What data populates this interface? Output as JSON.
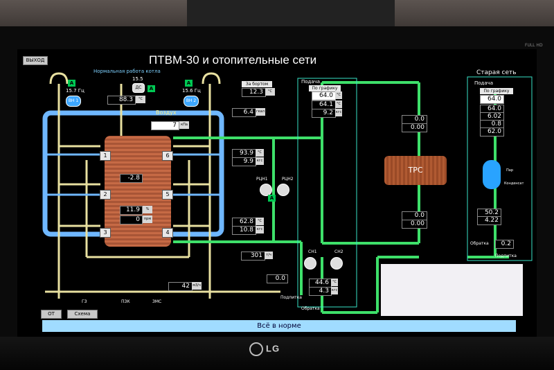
{
  "header": {
    "title": "ПТВМ-30 и отопительные  сети",
    "exit_button": "ВЫХОД",
    "subtitle": "Нормальная работа котла"
  },
  "boiler": {
    "fan1": {
      "name": "ВН 1",
      "freq": "15.7 Гц"
    },
    "fan2": {
      "name": "ВН 2",
      "freq": "15.6 Гц"
    },
    "ds_value": "15.5",
    "ds_label": "ДС",
    "value_88": "88.3",
    "unit_c": "°С",
    "air_label": "Воздух",
    "air_value": "7",
    "air_unit": "кПа",
    "inner_value": "-2.8",
    "o2_value": "11.9",
    "o2_unit": "%",
    "zero_value": "0",
    "zero_unit": "прм",
    "burners": [
      "1",
      "2",
      "3",
      "4",
      "5",
      "6"
    ],
    "left_value": "6.4",
    "left_unit": "гкал"
  },
  "outside": {
    "label": "За бортом",
    "value": "12.3",
    "unit": "°С"
  },
  "circuit": {
    "v1": "93.9",
    "v1u": "°С",
    "v2": "9.9",
    "v2u": "кгс",
    "pump_left": "РЦН1",
    "pump_right": "РЦН2",
    "v3": "62.8",
    "v3u": "°С",
    "v4": "10.8",
    "v4u": "кгс",
    "v5": "301",
    "v5u": "т/ч",
    "v6": "42",
    "v6u": "м3/ч",
    "valves": [
      "ГЗ",
      "ПЗК",
      "ЗМС"
    ]
  },
  "supply": {
    "label": "Подача",
    "schedule": "По графику",
    "sched_value": "64.0",
    "unit_c": "°С",
    "v1": "64.1",
    "v2": "9.2",
    "v2u": "кгс",
    "pumps": [
      "СН1",
      "СН2"
    ],
    "makeup_value": "0.0",
    "makeup_label": "Подпитка",
    "r1": "44.6",
    "r1u": "°С",
    "r2": "4.3",
    "r2u": "кгс",
    "return_label": "Обратка"
  },
  "trs": {
    "label": "ТРС",
    "top1": "0.0",
    "top2": "0.00",
    "bot1": "0.0",
    "bot2": "0.00"
  },
  "old_net": {
    "title": "Старая сеть",
    "label": "Подача",
    "schedule": "По графику",
    "sched": "64.0",
    "v1": "64.0",
    "v2": "6.02",
    "v3": "0.8",
    "v4": "62.0",
    "steam": "Пар",
    "cond": "Конденсат",
    "r1": "50.2",
    "r2": "4.22",
    "return_label": "Обратка",
    "return_value": "0.2",
    "makeup_label": "Подпитка"
  },
  "footer": {
    "from_label": "ОТ",
    "scheme_button": "Схема",
    "status": "Всё в норме"
  },
  "bezel": {
    "brand": "LG",
    "model": "FULL HD"
  }
}
